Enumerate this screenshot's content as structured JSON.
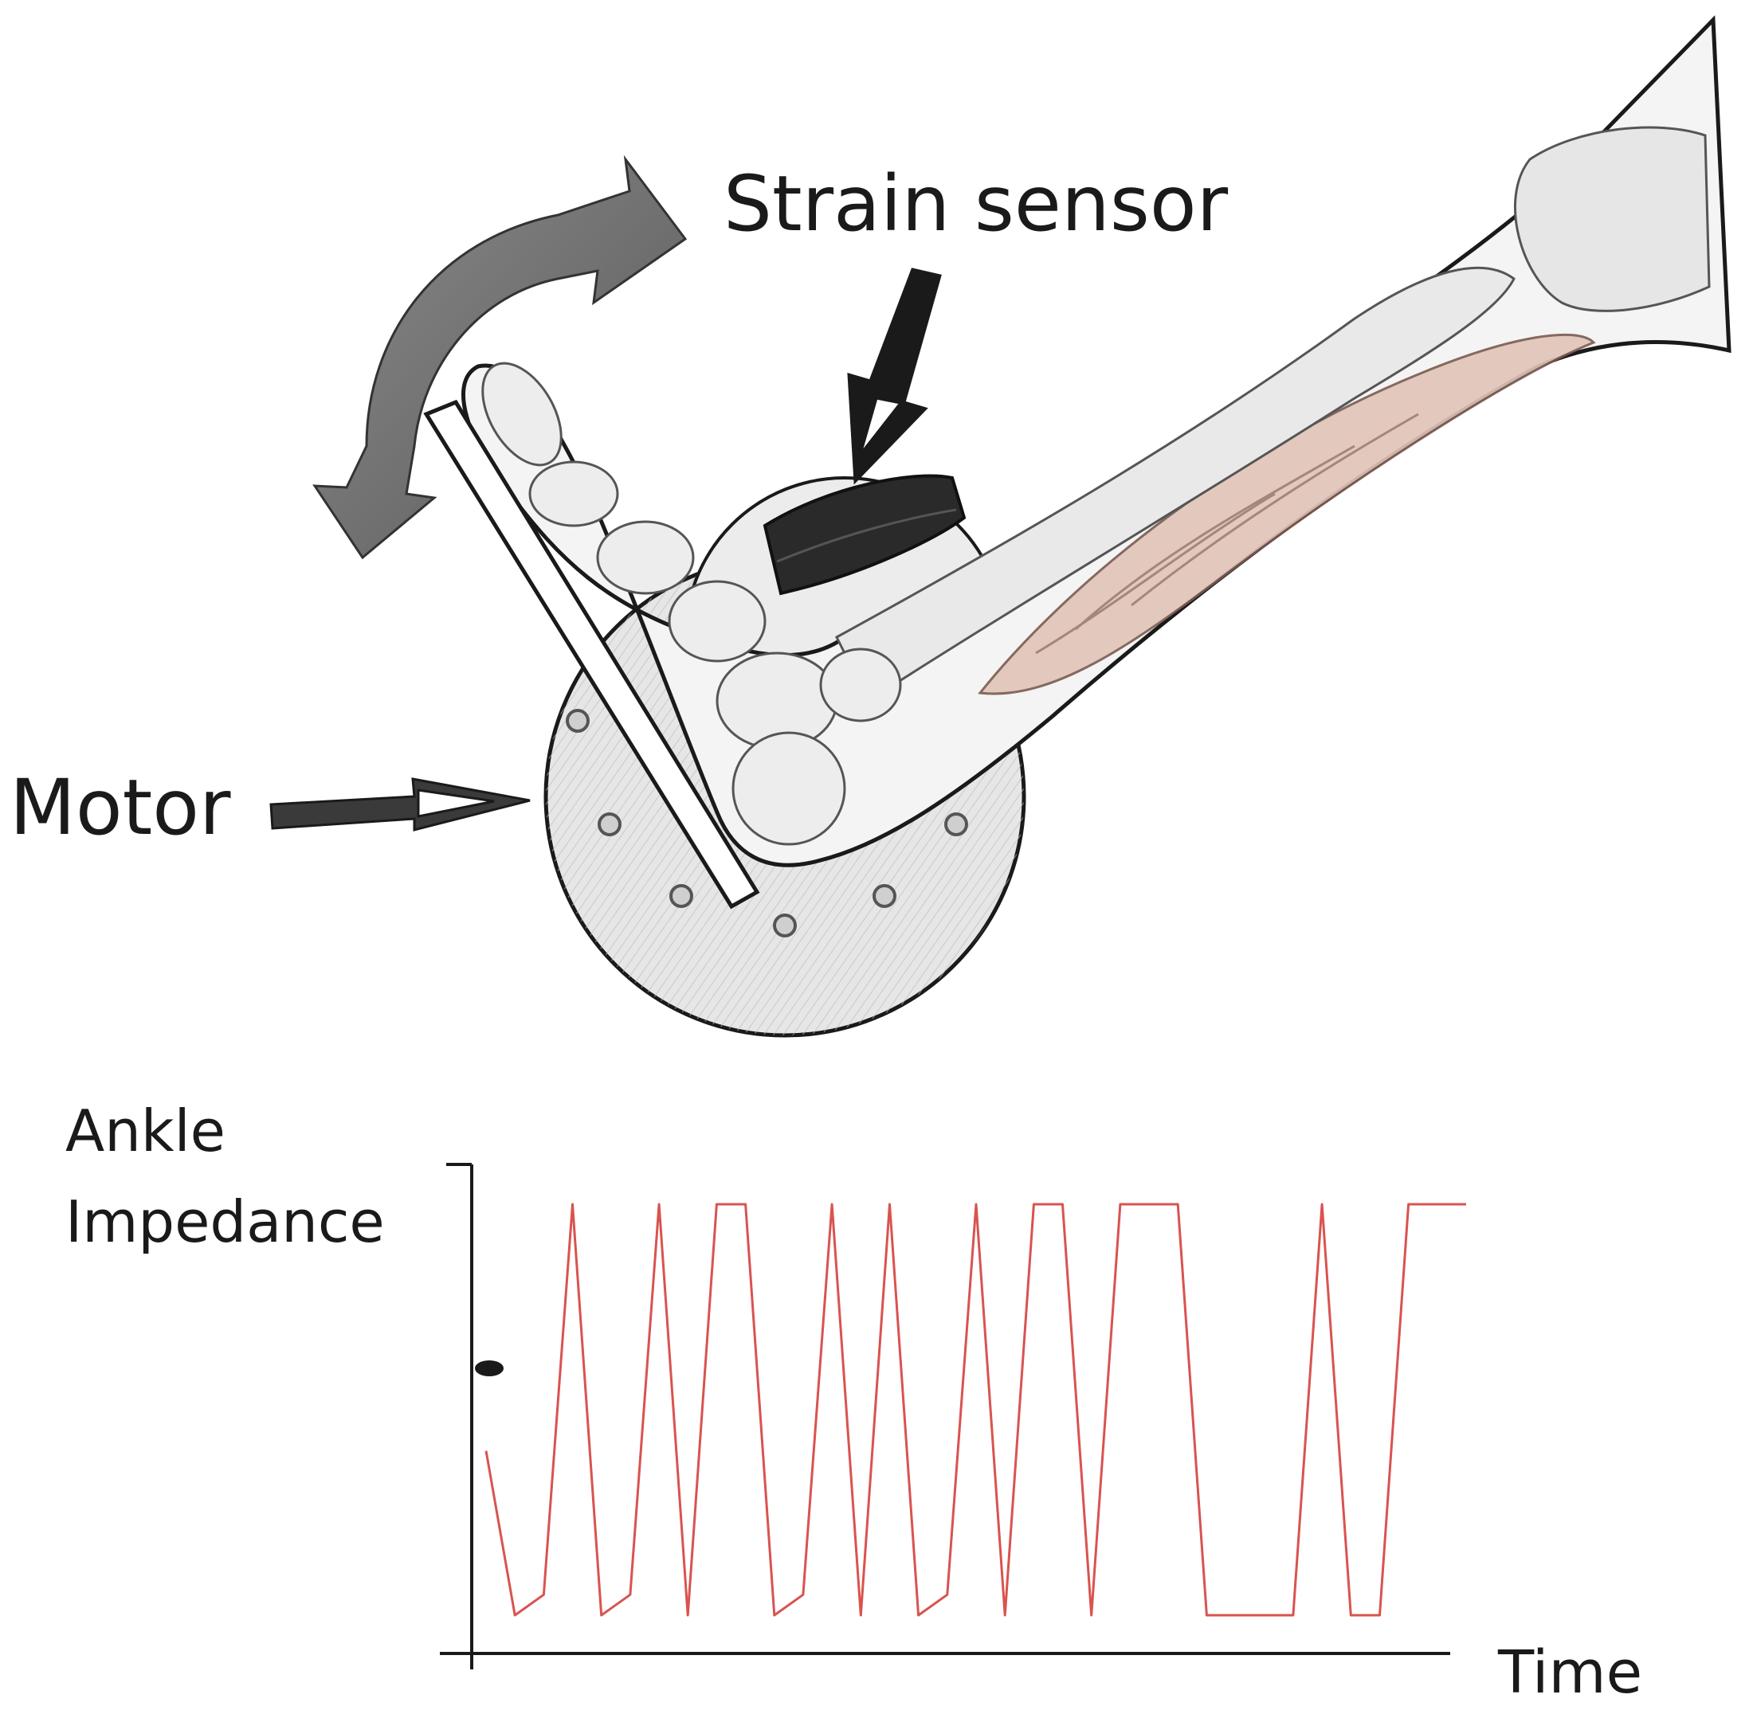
{
  "labels": {
    "strain_sensor": "Strain sensor",
    "motor": "Motor",
    "y_axis_line1": "Ankle",
    "y_axis_line2": "Impedance",
    "x_axis": "Time"
  },
  "colors": {
    "signal_line": "#d9534f",
    "ink": "#1a1a1a",
    "rotation_arrow": "#6e6e6e",
    "sensor_pad": "#2a2a2a",
    "muscle": "#e2c4b8",
    "motor_disc": "#d8d8d8"
  },
  "chart_data": {
    "type": "line",
    "title": "",
    "xlabel": "Time",
    "ylabel": "Ankle Impedance",
    "levels": {
      "low": 0,
      "high": 1
    },
    "ylim": [
      0,
      1
    ],
    "description_of_signal": "square-like switching between low and high impedance levels",
    "x": [
      0,
      1,
      2,
      3,
      4,
      5,
      6,
      7,
      8,
      9,
      10,
      11,
      12,
      13,
      14,
      15,
      16,
      17,
      18,
      19,
      20,
      21,
      22,
      23,
      24,
      25,
      26,
      27,
      28,
      29,
      30,
      31,
      32,
      33,
      34
    ],
    "y": [
      0.4,
      0,
      0.05,
      1,
      0,
      0.05,
      1,
      0,
      1,
      1,
      0,
      0.05,
      1,
      0,
      1,
      0,
      0.05,
      1,
      0,
      1,
      1,
      0,
      1,
      1,
      1,
      0,
      0,
      0,
      0,
      1,
      0,
      0,
      1,
      1,
      1
    ]
  }
}
